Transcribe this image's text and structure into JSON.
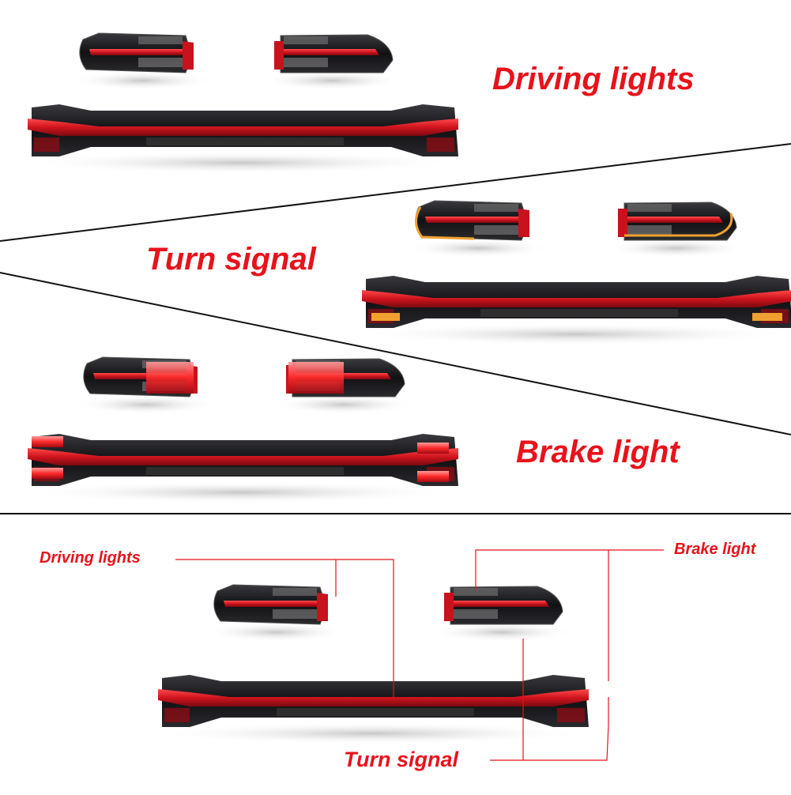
{
  "labels": {
    "driving_lights_title": "Driving lights",
    "turn_signal_title": "Turn signal",
    "brake_light_title": "Brake light",
    "callout_driving": "Driving lights",
    "callout_brake": "Brake light",
    "callout_turn": "Turn signal"
  },
  "colors": {
    "label_red": "#e8121b",
    "lamp_red": "#c8121c",
    "lamp_amber": "#f0a030",
    "lamp_black": "#141416"
  }
}
